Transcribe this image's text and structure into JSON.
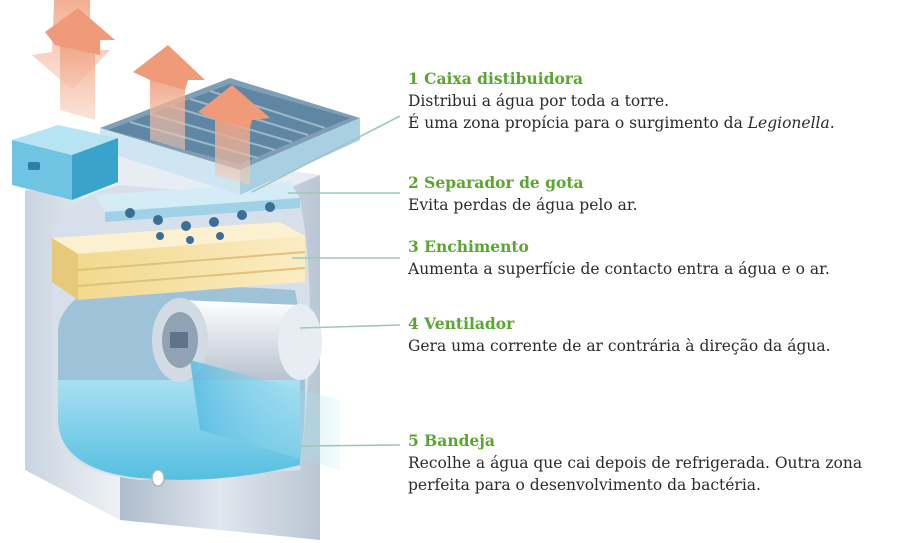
{
  "colors": {
    "title_green": "#5aa631",
    "text": "#2b2b2b",
    "leader_line": "#9cc9b8",
    "arrow": "#f2b49a",
    "water": "#7fd0ea",
    "fill_yellow": "#f6e3a8",
    "casing": "#c8d3df"
  },
  "labels": [
    {
      "title": "1 Caixa distibuidora",
      "line1": "Distribui a água por toda a torre.",
      "line2_pre": "É uma zona propícia para o surgimento da ",
      "line2_em": "Legionella",
      "line2_post": "."
    },
    {
      "title": "2 Separador de gota",
      "desc": "Evita perdas de água pelo ar."
    },
    {
      "title": "3 Enchimento",
      "desc": "Aumenta a superfície de contacto entra a água e o ar."
    },
    {
      "title": "4 Ventilador",
      "desc": "Gera uma corrente de ar contrária à direção da água."
    },
    {
      "title": "5 Bandeja",
      "line1": "Recolhe a água que cai depois de refrigerada. Outra zona",
      "line2": "perfeita para o desenvolvimento da bactéria."
    }
  ]
}
